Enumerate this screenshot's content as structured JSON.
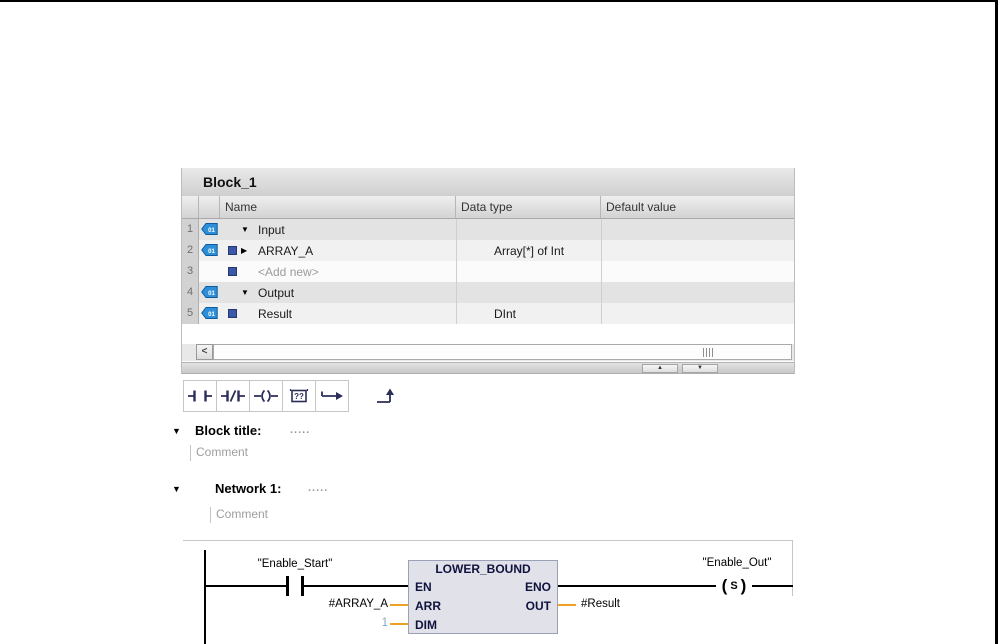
{
  "window": {
    "block_title": "Block_1"
  },
  "interface_table": {
    "columns": {
      "name": "Name",
      "datatype": "Data type",
      "default": "Default value"
    },
    "rows": [
      {
        "num": "1",
        "name": "Input",
        "datatype": "",
        "default": ""
      },
      {
        "num": "2",
        "name": "ARRAY_A",
        "datatype": "Array[*] of Int",
        "default": ""
      },
      {
        "num": "3",
        "name": "<Add new>",
        "datatype": "",
        "default": ""
      },
      {
        "num": "4",
        "name": "Output",
        "datatype": "",
        "default": ""
      },
      {
        "num": "5",
        "name": "Result",
        "datatype": "DInt",
        "default": ""
      }
    ]
  },
  "icons": {
    "expand_open": "▼",
    "expand_closed": "▶",
    "scroll_left": "<",
    "splitter_up": "▲",
    "splitter_down": "▼",
    "tag_label": "01"
  },
  "toolbar": {
    "empty_box_text": "??"
  },
  "editor": {
    "block_title_label": "Block title:",
    "block_title_placeholder": ".....",
    "block_comment": "Comment",
    "network_label": "Network 1:",
    "network_placeholder": ".....",
    "network_comment": "Comment"
  },
  "network": {
    "contact_operand": "\"Enable_Start\"",
    "box_title": "LOWER_BOUND",
    "port_en": "EN",
    "port_eno": "ENO",
    "port_arr": "ARR",
    "port_out": "OUT",
    "port_dim": "DIM",
    "arr_operand": "#ARRAY_A",
    "dim_operand": "1",
    "out_operand": "#Result",
    "coil_operand": "\"Enable_Out\"",
    "coil_label": "S"
  },
  "colors": {
    "accent_orange": "#EFA125",
    "tag_blue": "#2E8FD8",
    "member_square": "#3A57A8",
    "constant_blue": "#7FA5C5",
    "box_fill": "#E1E2E9"
  }
}
